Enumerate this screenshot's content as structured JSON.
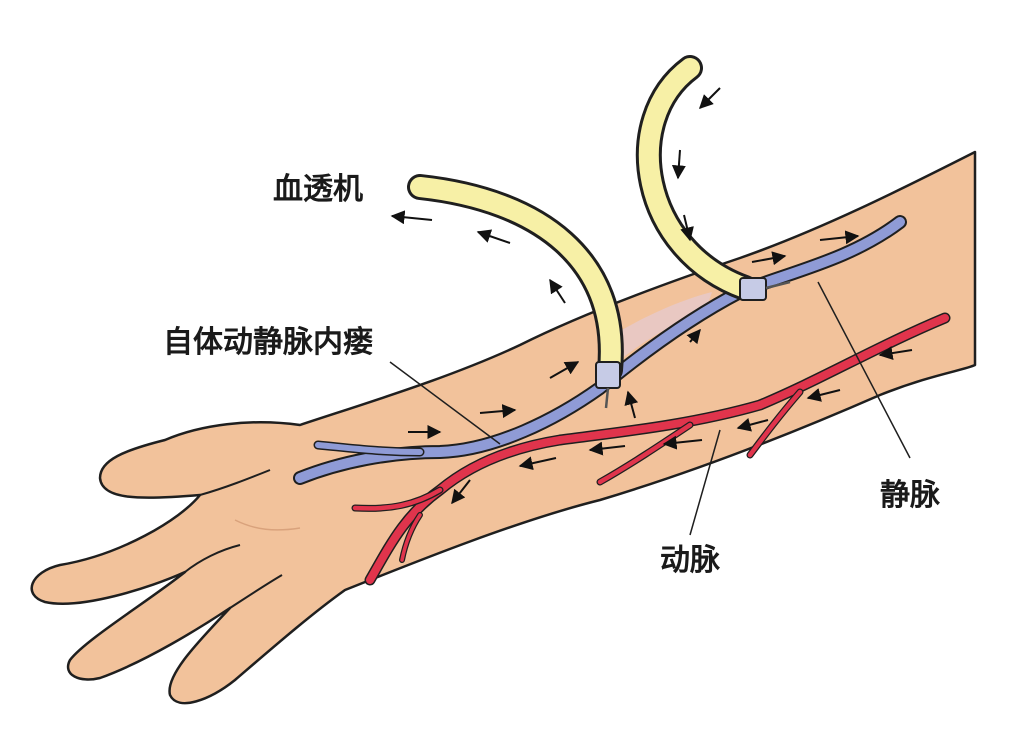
{
  "labels": {
    "machine": "血透机",
    "fistula": "自体动静脉内瘘",
    "vein": "静脉",
    "artery": "动脉"
  },
  "colors": {
    "skin": "#f2c29b",
    "skin_outline": "#1f1f1f",
    "vein": "#8f9bd6",
    "artery": "#e0344c",
    "tube": "#f7f0a6",
    "tube_outline": "#1f1f1f",
    "arrow": "#111111"
  },
  "icons": [
    "arm-illustration",
    "dialysis-tube",
    "blood-flow-arrow"
  ]
}
